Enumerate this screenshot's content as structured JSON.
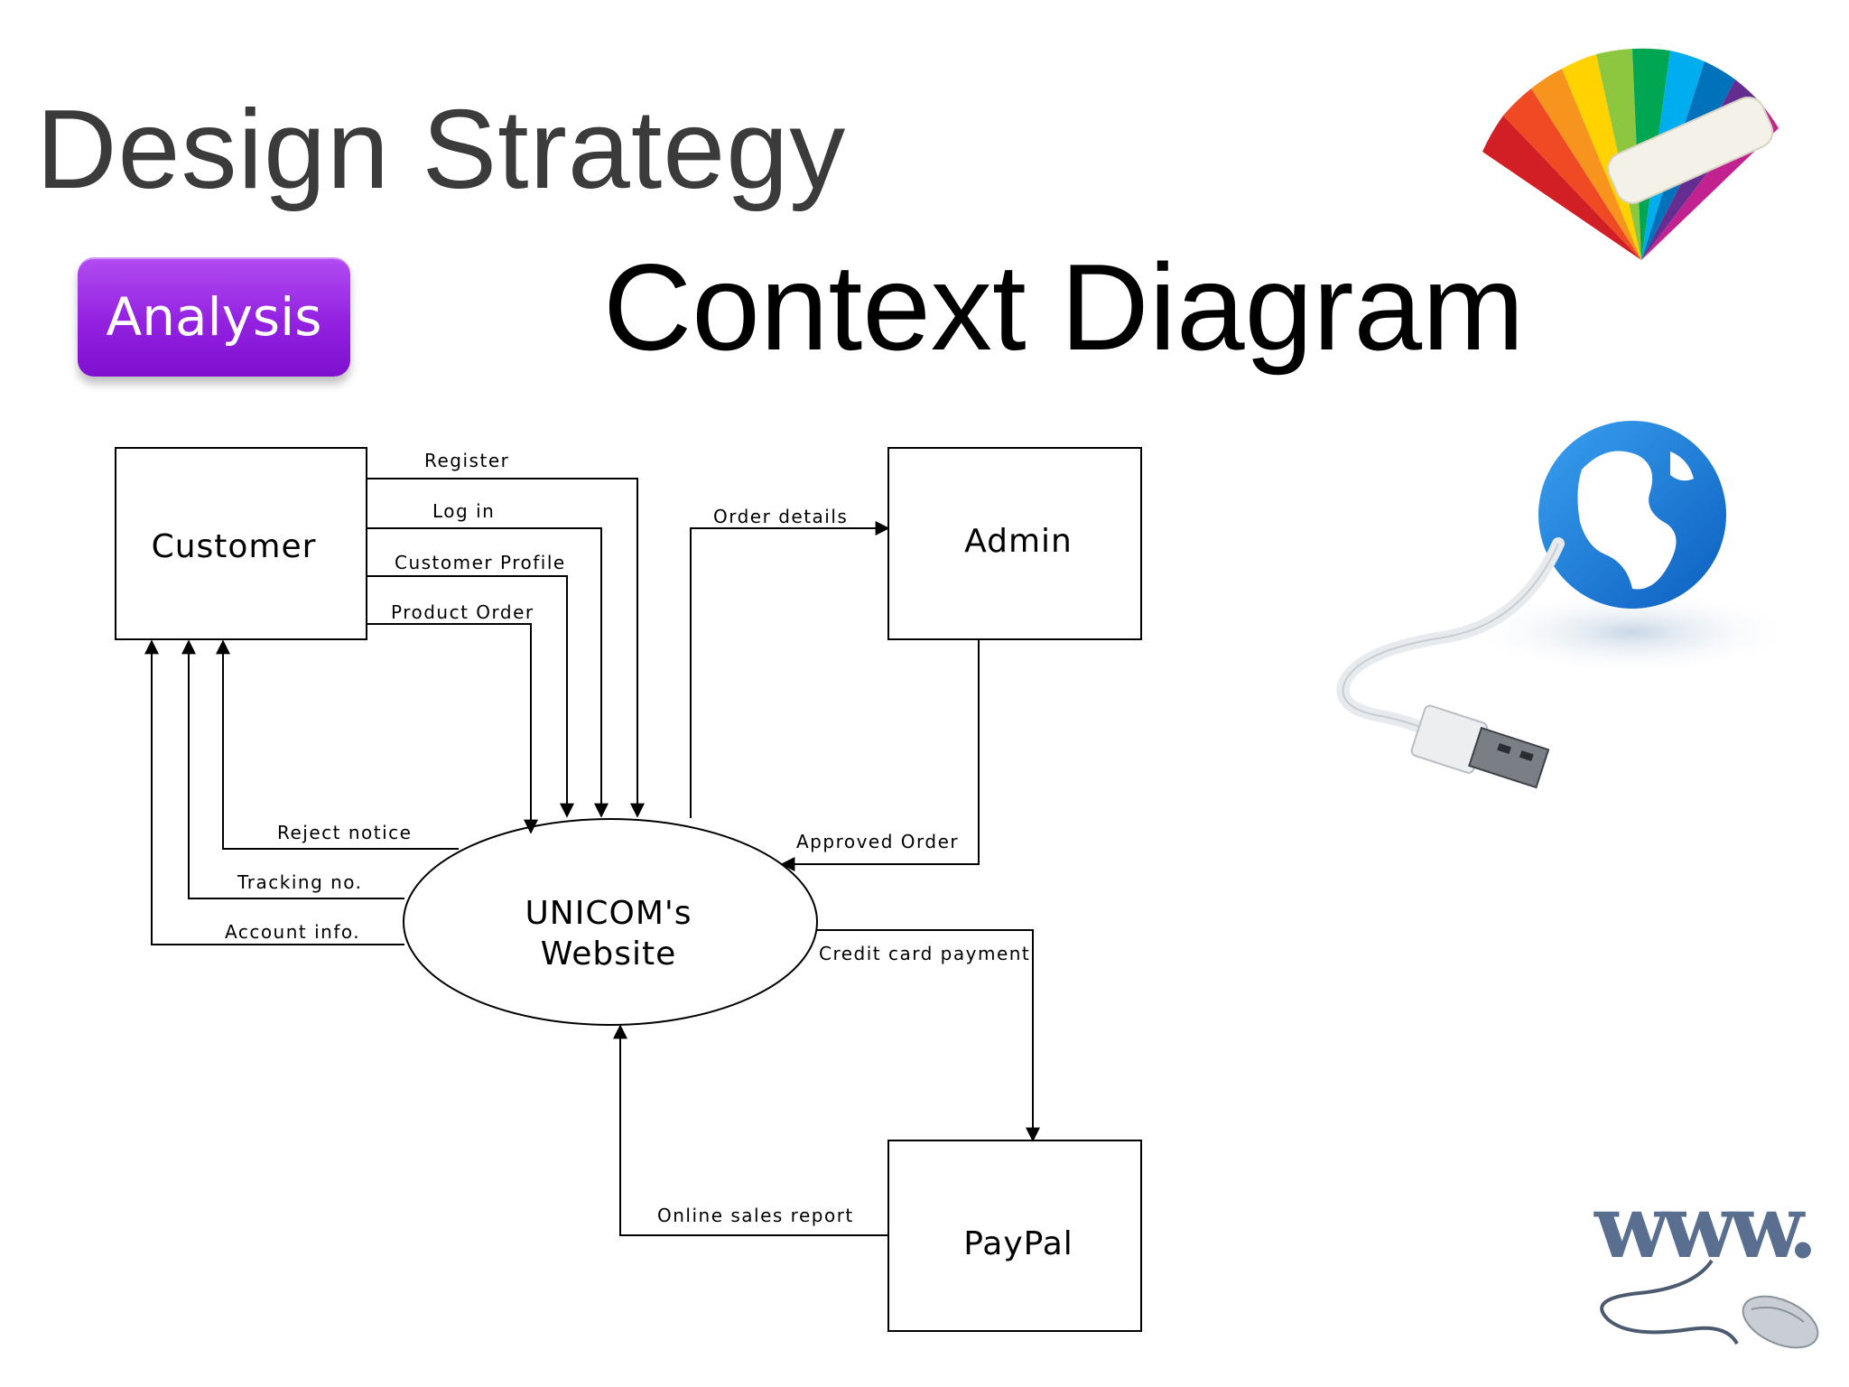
{
  "slide": {
    "title": "Design Strategy",
    "badge": "Analysis",
    "subtitle": "Context Diagram"
  },
  "diagram": {
    "entities": {
      "customer": "Customer",
      "admin": "Admin",
      "paypal": "PayPal"
    },
    "process": {
      "line1": "UNICOM's",
      "line2": "Website"
    },
    "flows": {
      "register": "Register",
      "login": "Log in",
      "customer_profile": "Customer Profile",
      "product_order": "Product Order",
      "reject_notice": "Reject notice",
      "tracking_no": "Tracking no.",
      "account_info": "Account info.",
      "order_details": "Order details",
      "approved_order": "Approved Order",
      "credit_card_payment": "Credit card payment",
      "online_sales_report": "Online sales report"
    }
  },
  "decorations": {
    "www_logo": "www.",
    "icons": [
      "color-fan-icon",
      "globe-usb-icon",
      "www-mouse-icon"
    ]
  }
}
